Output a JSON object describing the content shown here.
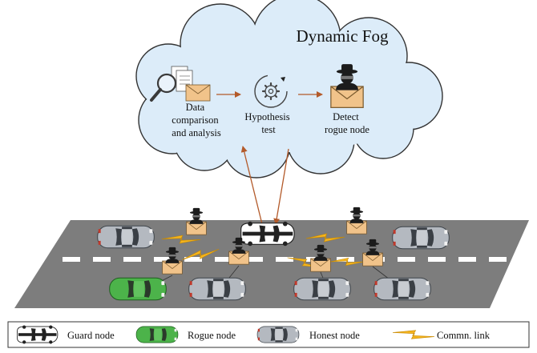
{
  "fog": {
    "title": "Dynamic Fog",
    "steps": [
      {
        "lines": [
          "Data",
          "comparison",
          "and analysis"
        ],
        "icon": "magnifier-envelope-icon"
      },
      {
        "lines": [
          "Hypothesis",
          "test"
        ],
        "icon": "gear-cycle-icon"
      },
      {
        "lines": [
          "Detect",
          "rogue node"
        ],
        "icon": "spy-envelope-icon"
      }
    ]
  },
  "legend": {
    "guard_label": "Guard node",
    "rogue_label": "Rogue node",
    "honest_label": "Honest node",
    "link_label": "Commn. link"
  },
  "colors": {
    "cloud_fill": "#dcecf9",
    "cloud_stroke": "#333333",
    "road": "#7d7d7d",
    "lane_marking": "#ffffff",
    "rogue_car": "#4cb34a",
    "honest_car": "#b4b9c0",
    "guard_car": "#ffffff",
    "link": "#f5b51e",
    "arrow": "#b35a2a",
    "envelope": "#f1c38a"
  }
}
